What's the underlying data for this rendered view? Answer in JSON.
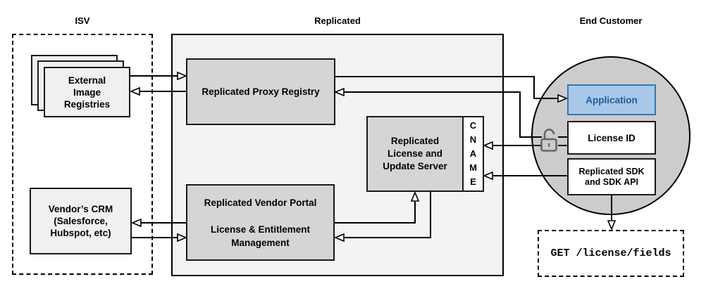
{
  "sections": {
    "isv": {
      "label": "ISV"
    },
    "replicated": {
      "label": "Replicated"
    },
    "end_customer": {
      "label": "End Customer"
    }
  },
  "nodes": {
    "external_registries": {
      "label": "External\nImage\nRegistries"
    },
    "vendor_crm": {
      "label": "Vendor’s CRM\n(Salesforce,\nHubspot, etc)"
    },
    "proxy_registry": {
      "label": "Replicated Proxy Registry"
    },
    "license_update_server": {
      "label": "Replicated\nLicense and\nUpdate Server"
    },
    "cname": {
      "label": "C\nN\nA\nM\nE"
    },
    "vendor_portal": {
      "label": "Replicated Vendor Portal\n\nLicense & Entitlement\nManagement"
    },
    "application": {
      "label": "Application"
    },
    "license_id": {
      "label": "License ID"
    },
    "replicated_sdk": {
      "label": "Replicated SDK\nand SDK API"
    },
    "get_endpoint": {
      "label": "GET /license/fields"
    }
  },
  "icons": {
    "license_lock": "unlock-icon"
  },
  "connections": [
    {
      "from": "external_registries",
      "to": "proxy_registry"
    },
    {
      "from": "proxy_registry",
      "to": "external_registries"
    },
    {
      "from": "proxy_registry",
      "to": "application"
    },
    {
      "from": "license_id",
      "to": "proxy_registry"
    },
    {
      "from": "license_id",
      "to": "cname"
    },
    {
      "from": "replicated_sdk",
      "to": "cname"
    },
    {
      "from": "vendor_portal",
      "to": "license_update_server"
    },
    {
      "from": "license_update_server",
      "to": "vendor_portal"
    },
    {
      "from": "vendor_portal",
      "to": "vendor_crm"
    },
    {
      "from": "vendor_crm",
      "to": "vendor_portal"
    },
    {
      "from": "replicated_sdk",
      "to": "get_endpoint"
    }
  ],
  "colors": {
    "app_fill": "#a9c8e9",
    "app_border": "#3b77ad",
    "app_text": "#1e5c9b",
    "node_fill": "#d5d5d5",
    "light_fill": "#f0f0f0",
    "panel_fill": "#f3f3f3",
    "circle_fill": "#cccccc",
    "lock": "#666666",
    "line": "#000000"
  }
}
